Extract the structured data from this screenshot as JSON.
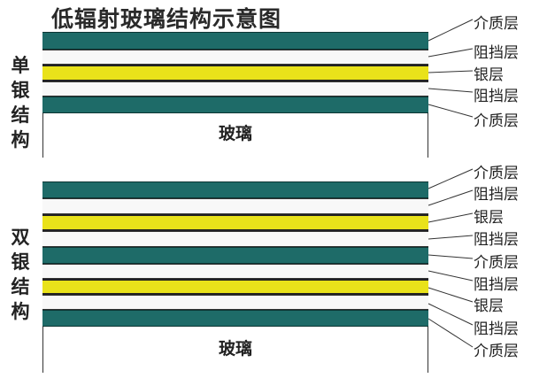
{
  "title": "低辐射玻璃结构示意图",
  "single": {
    "side_label": [
      "单",
      "银",
      "结",
      "构"
    ],
    "glass_label": "玻璃",
    "layer_labels": [
      "介质层",
      "阻挡层",
      "银层",
      "阻挡层",
      "介质层"
    ]
  },
  "double": {
    "side_label": [
      "双",
      "银",
      "结",
      "构"
    ],
    "glass_label": "玻璃",
    "layer_labels": [
      "介质层",
      "阻挡层",
      "银层",
      "阻挡层",
      "介质层",
      "阻挡层",
      "银层",
      "阻挡层",
      "介质层"
    ]
  },
  "colors": {
    "dielectric": "#1e6b68",
    "silver": "#e9e21a",
    "barrier": "#f8f8f8"
  }
}
